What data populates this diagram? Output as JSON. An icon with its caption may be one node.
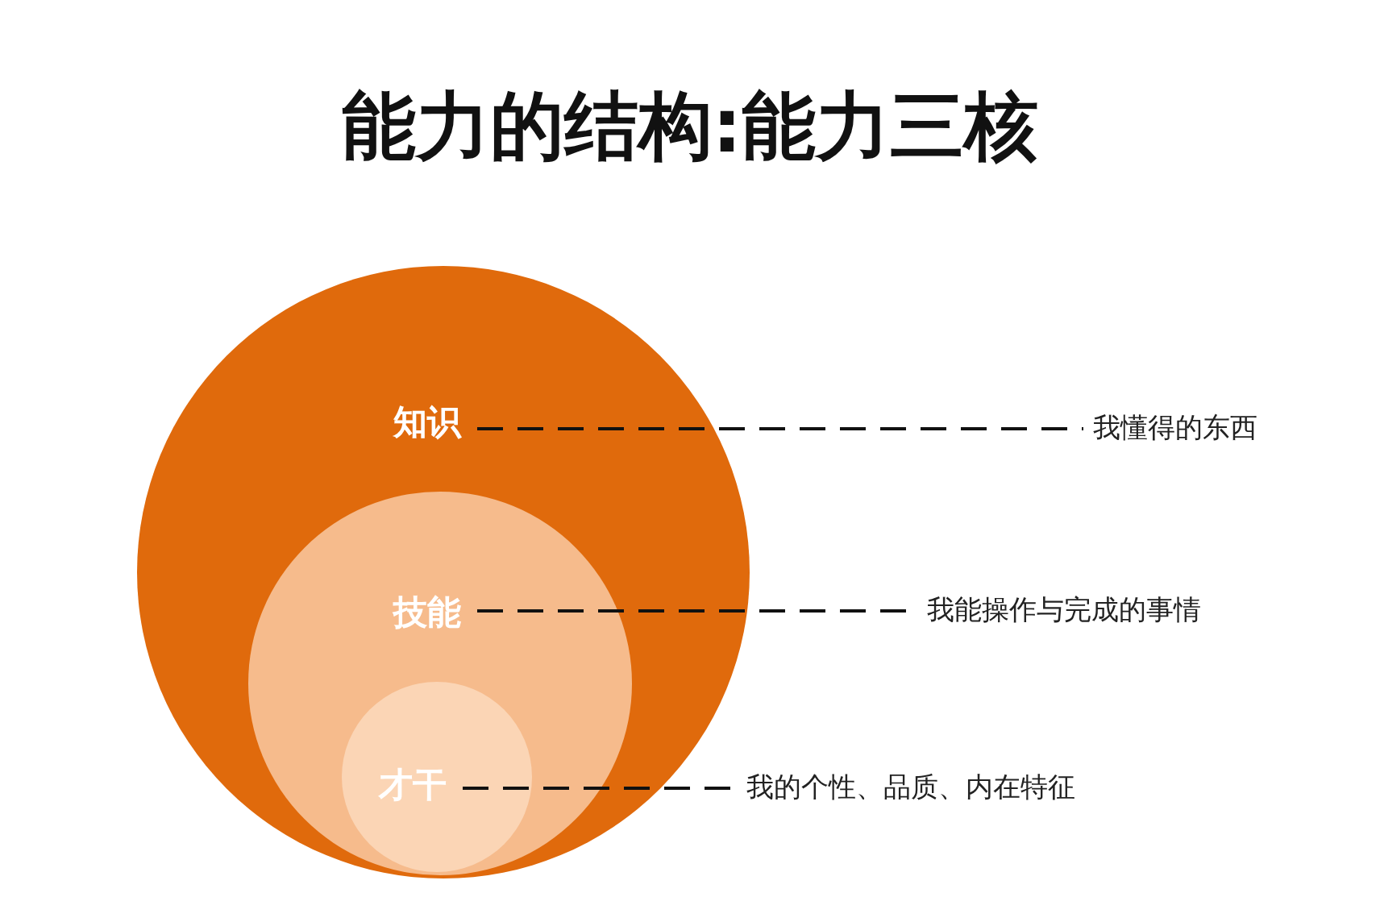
{
  "diagram": {
    "title": "能力的结构:能力三核",
    "nodes": [
      {
        "text": [
          "知识"
        ]
      },
      {
        "text": [
          "技能"
        ],
        "in": 0
      },
      {
        "text": [
          "才干"
        ],
        "in": 1
      },
      {
        "text": [
          "我懂得的东西"
        ]
      },
      {
        "text": [
          "我能操作与完成的事情"
        ]
      },
      {
        "text": [
          "我的个性、品质、内在特征"
        ]
      }
    ],
    "edges": [
      {
        "from": 0,
        "to": 3,
        "arrow": "none",
        "style": "dashed"
      },
      {
        "from": 1,
        "to": 4,
        "arrow": "none",
        "style": "dashed"
      },
      {
        "from": 2,
        "to": 5,
        "arrow": "none",
        "style": "dashed"
      }
    ]
  }
}
